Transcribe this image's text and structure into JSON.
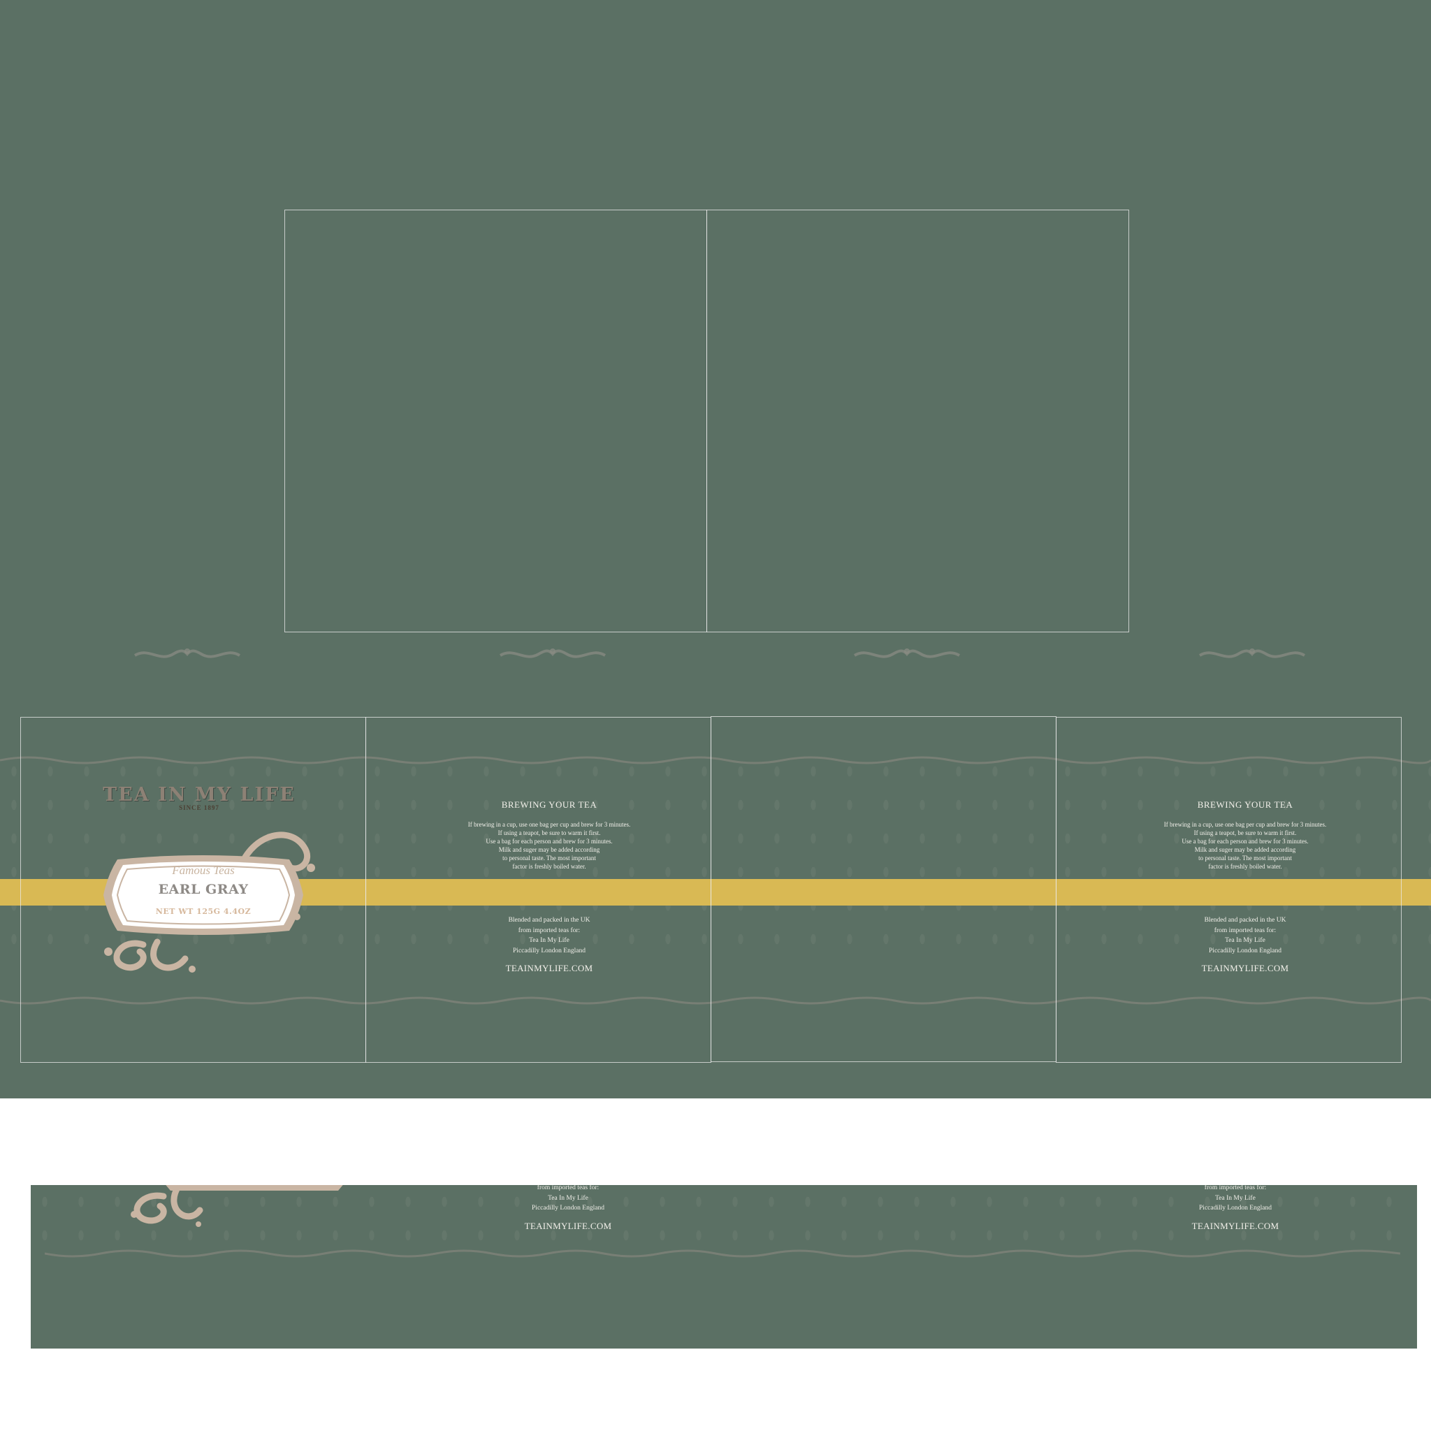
{
  "brand": {
    "name": "TEA IN MY LIFE",
    "since": "SINCE 1897"
  },
  "label": {
    "tagline": "Famous Teas",
    "product": "EARL GRAY",
    "net_weight": "NET WT 125G 4.4OZ"
  },
  "brewing": {
    "title": "BREWING YOUR TEA",
    "lines": [
      "If brewing in a cup, use one bag per cup and brew for 3 minutes.",
      "If using a teapot, be sure to warm it first.",
      "Use a bag for each person and brew for 3 minutes.",
      "Milk and suger may be added according",
      "to personal taste. The most important",
      "factor is freshly boiled water."
    ],
    "origin": [
      "Blended and packed in the UK",
      "from imported teas for:",
      "Tea In My Life",
      "Piccadilly London England"
    ],
    "website": "TEAINMYLIFE.COM"
  },
  "colors": {
    "background": "#5b7064",
    "band": "#d9b954",
    "ornament": "#b8a898",
    "label_plate": "#ffffff"
  }
}
